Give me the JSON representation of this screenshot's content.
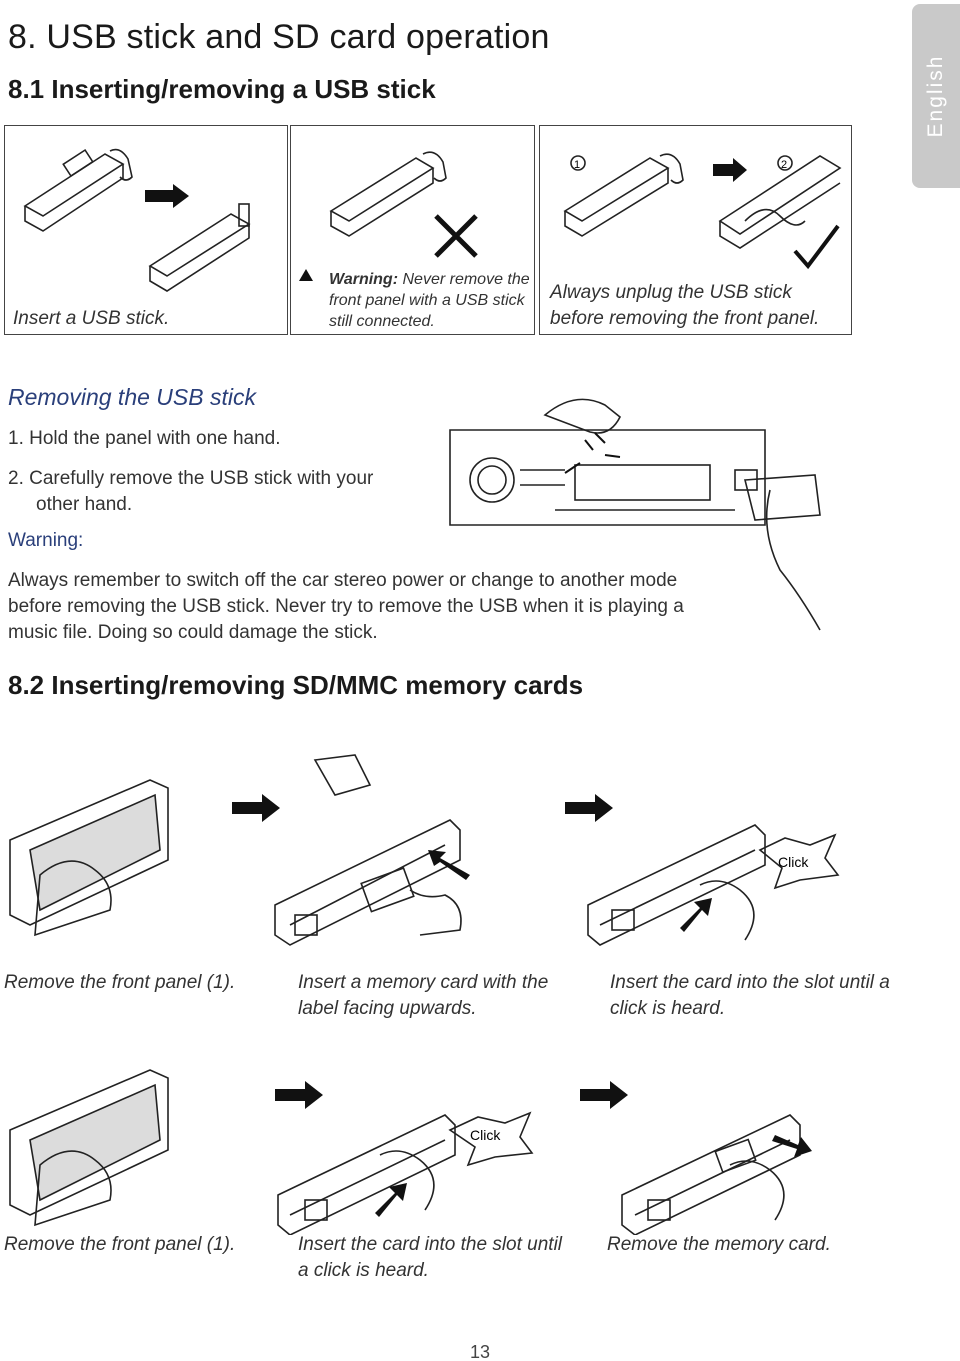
{
  "heading": "8. USB stick and SD card operation",
  "tab_label": "English",
  "section1": {
    "title": "8.1 Inserting/removing a USB stick",
    "panel1_caption": "Insert a USB stick.",
    "panel2_warning_label": "Warning:",
    "panel2_warning_text": "Never remove the front panel with a USB stick still connected.",
    "panel3_step1": "1",
    "panel3_step2": "2",
    "panel3_caption": "Always unplug the USB stick before removing the front panel."
  },
  "removing": {
    "title": "Removing the USB stick",
    "steps": [
      "1.  Hold the panel with one hand.",
      "2.  Carefully remove the USB stick with your other hand."
    ],
    "warning_label": "Warning:",
    "warning_text": "Always remember to switch off the car stereo power or change to another mode before removing the USB stick. Never try to remove the USB when it is playing a music file. Doing so could damage the stick."
  },
  "section2": {
    "title": "8.2 Inserting/removing SD/MMC memory cards",
    "row1": [
      "Remove the front panel (1).",
      "Insert a memory card with the label facing upwards.",
      "Insert the card into the slot until a click is heard."
    ],
    "row2": [
      "Remove the front panel (1).",
      "Insert the card into the slot until a click is heard.",
      "Remove the memory card."
    ],
    "click_label": "Click"
  },
  "page_number": "13",
  "colors": {
    "heading": "#1a1a1a",
    "subheading": "#2a3f7a",
    "tab": "#c9c9c9"
  }
}
